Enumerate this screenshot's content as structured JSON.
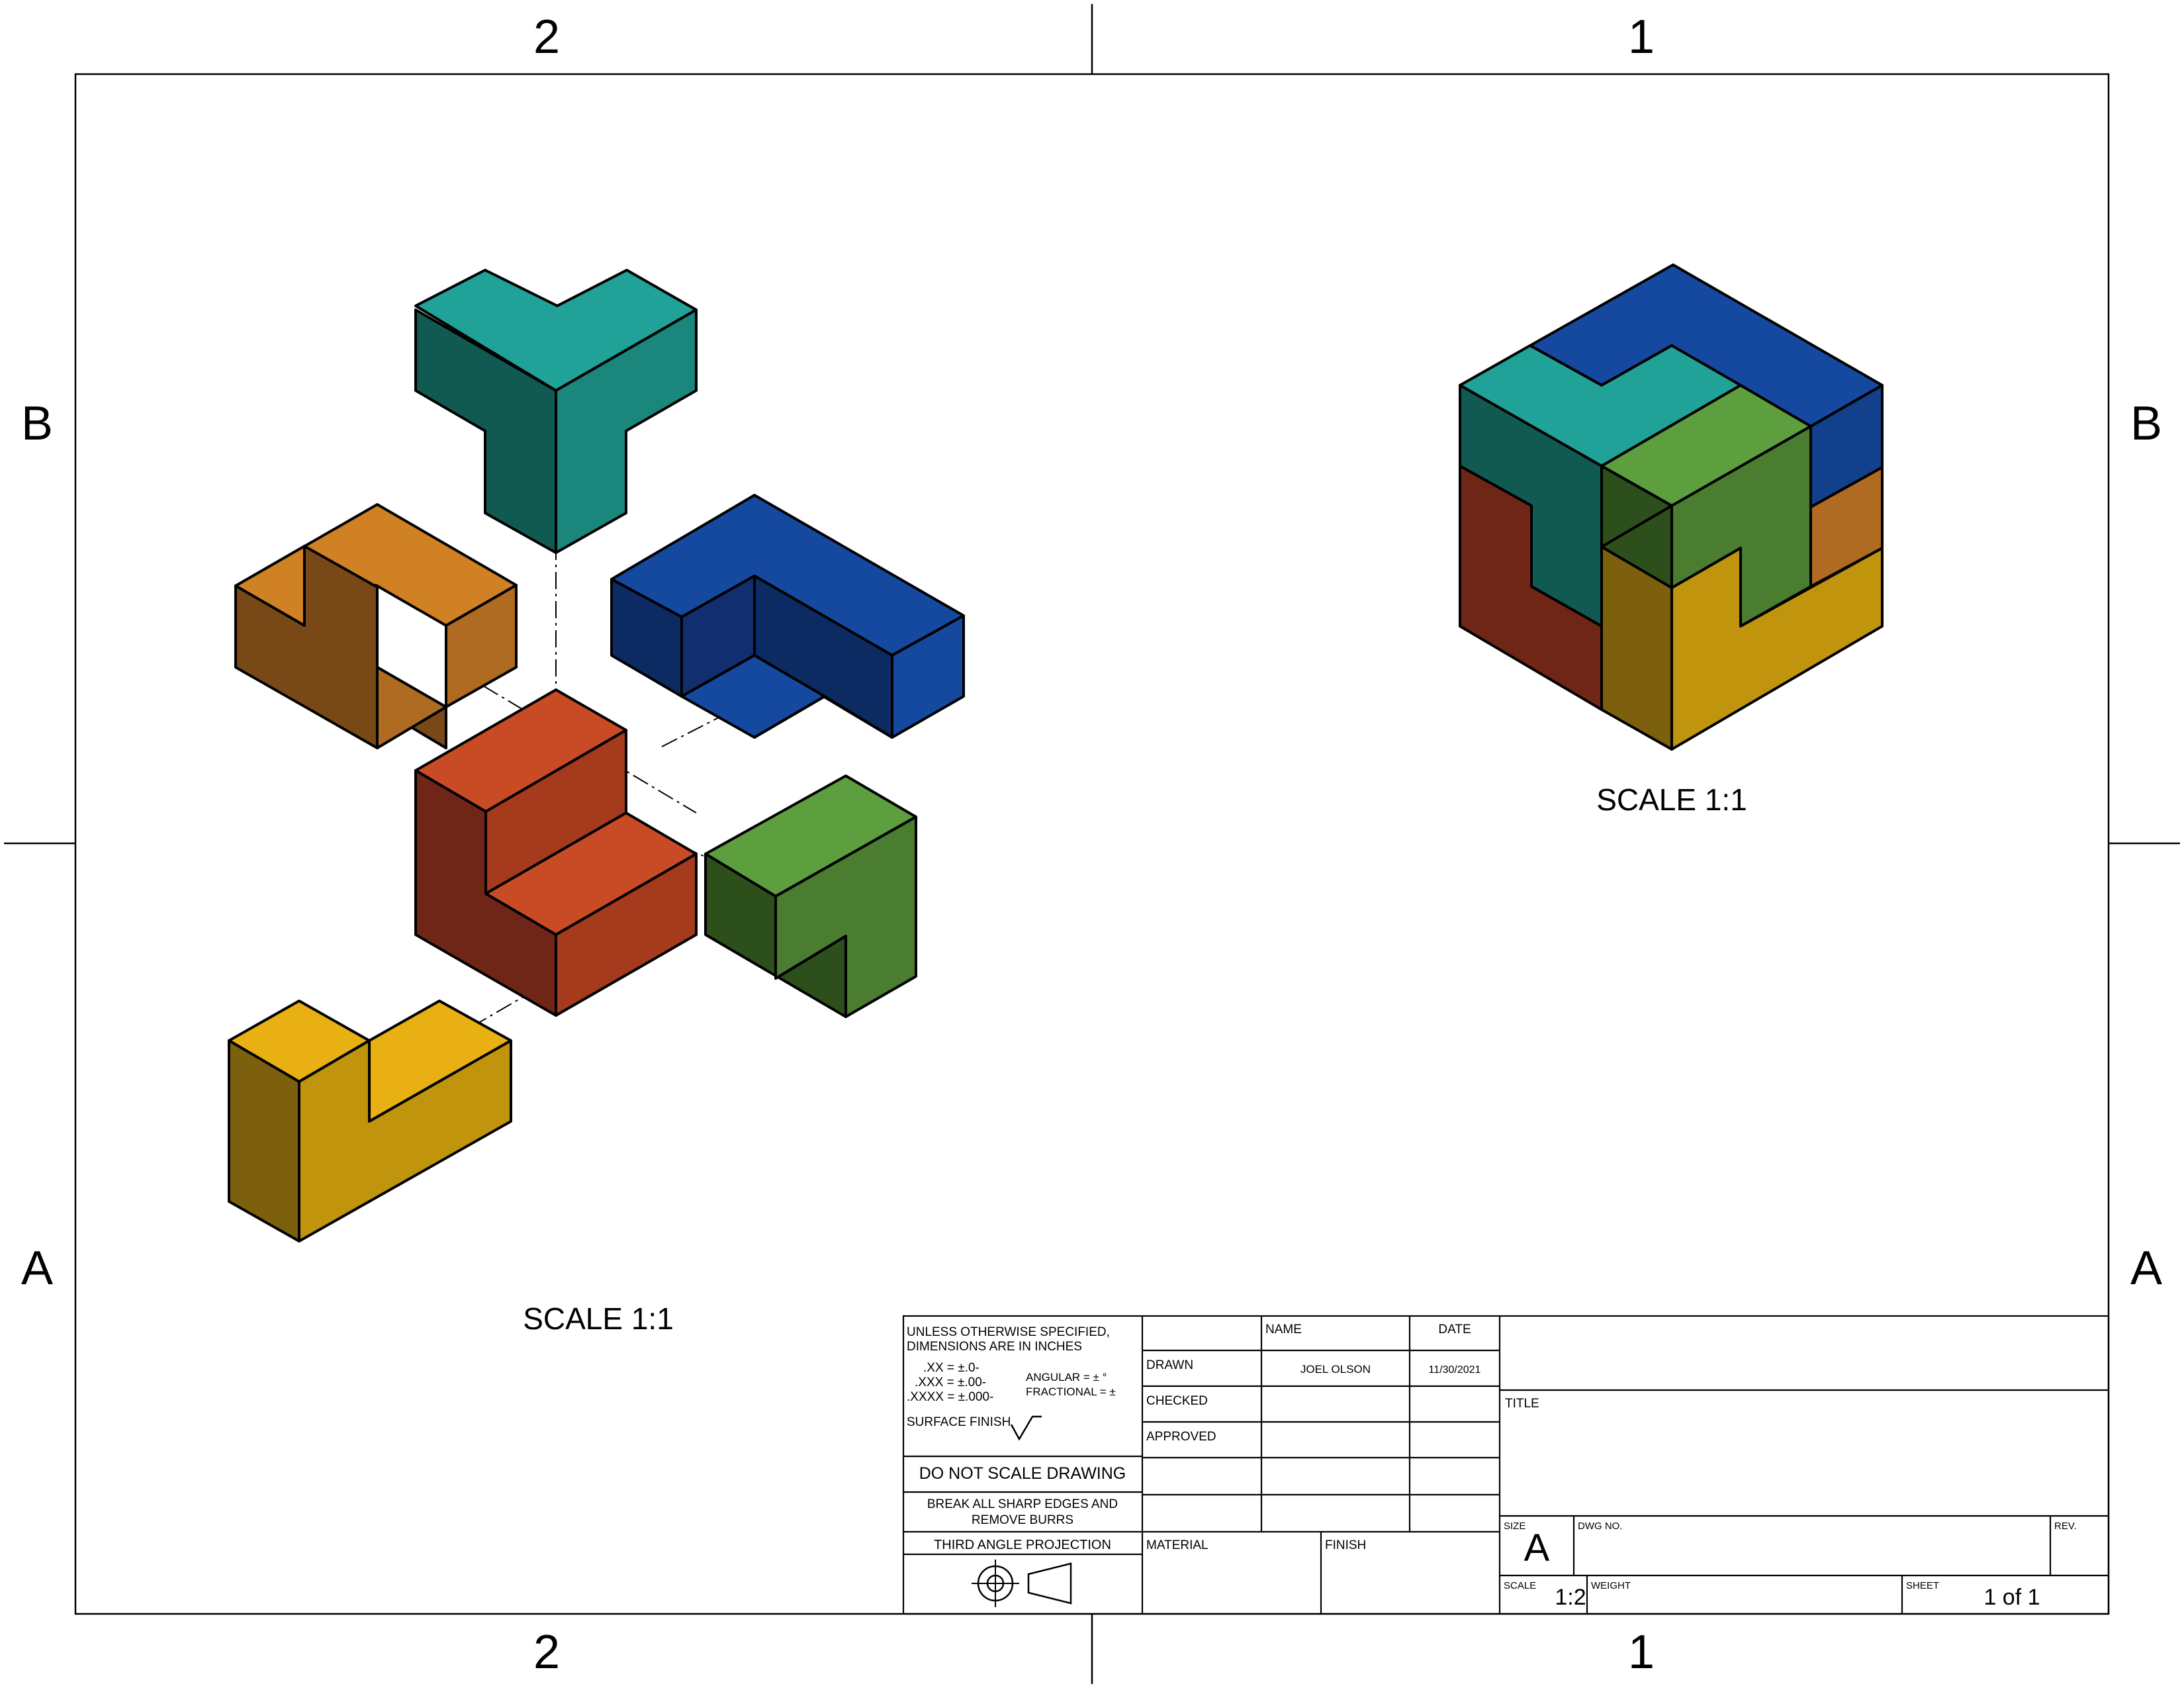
{
  "zones": {
    "top": [
      "2",
      "1"
    ],
    "bottom": [
      "2",
      "1"
    ],
    "left": [
      "B",
      "A"
    ],
    "right": [
      "B",
      "A"
    ]
  },
  "views": {
    "exploded_scale": "SCALE 1:1",
    "assembled_scale": "SCALE 1:1"
  },
  "colors": {
    "teal": "#21a299",
    "blue": "#1549a0",
    "orange": "#cf8124",
    "red": "#c94b26",
    "green": "#5d9e3e",
    "yellow": "#e9b014"
  },
  "title_block": {
    "tolerances": {
      "line1": "UNLESS OTHERWISE SPECIFIED,",
      "line2": "DIMENSIONS ARE IN INCHES",
      "xx": ".XX = ±.0-",
      "xxx": ".XXX = ±.00-",
      "xxxx": ".XXXX = ±.000-",
      "angular": "ANGULAR = ± °",
      "fractional": "FRACTIONAL = ±",
      "surface_finish": "SURFACE FINISH"
    },
    "do_not_scale": "DO NOT SCALE DRAWING",
    "break_edges_1": "BREAK ALL SHARP EDGES AND",
    "break_edges_2": "REMOVE BURRS",
    "projection": "THIRD ANGLE PROJECTION",
    "headers": {
      "name": "NAME",
      "date": "DATE"
    },
    "rows": {
      "drawn": "DRAWN",
      "checked": "CHECKED",
      "approved": "APPROVED"
    },
    "drawn_name": "JOEL OLSON",
    "drawn_date": "11/30/2021",
    "material": "MATERIAL",
    "finish": "FINISH",
    "title_label": "TITLE",
    "size_label": "SIZE",
    "size_value": "A",
    "dwg_no_label": "DWG NO.",
    "rev_label": "REV.",
    "scale_label": "SCALE",
    "scale_value": "1:2",
    "weight_label": "WEIGHT",
    "sheet_label": "SHEET",
    "sheet_value": "1 of 1"
  }
}
